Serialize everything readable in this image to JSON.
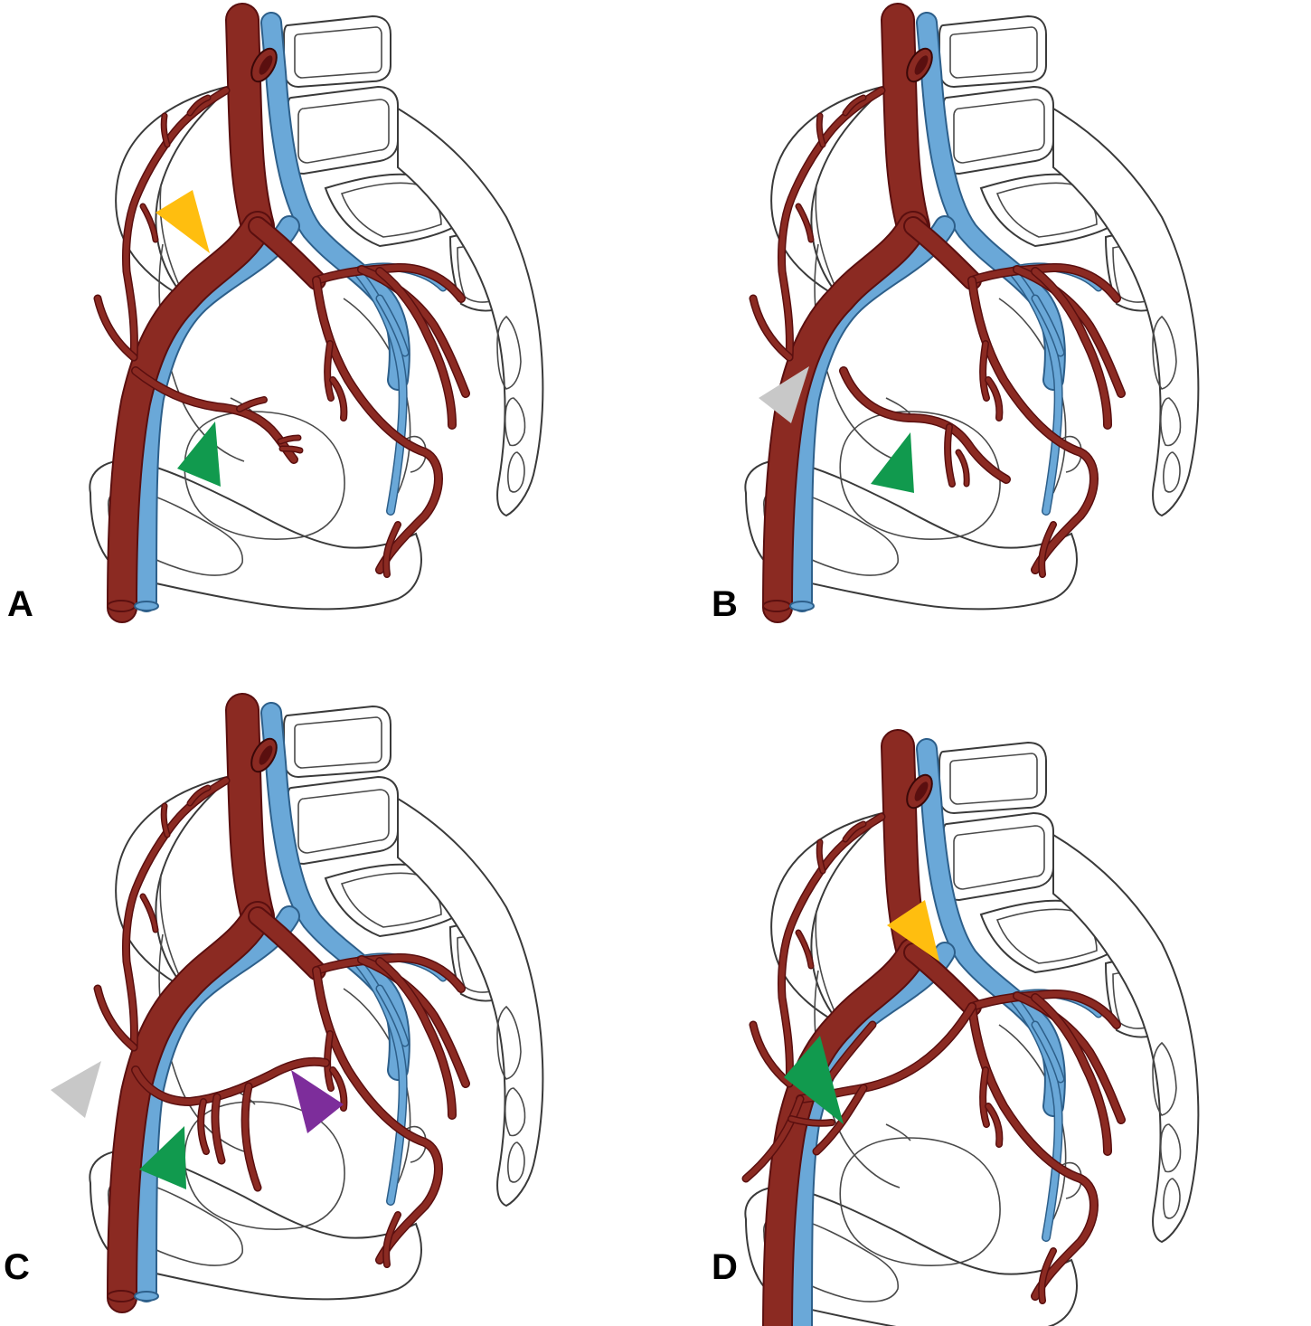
{
  "panels": [
    {
      "label": "A",
      "arrows": [
        {
          "name": "yellow-arrowhead",
          "color": "#FFBE0F"
        },
        {
          "name": "green-arrowhead",
          "color": "#119A4E"
        }
      ]
    },
    {
      "label": "B",
      "arrows": [
        {
          "name": "gray-arrowhead",
          "color": "#C8C8C8"
        },
        {
          "name": "green-arrowhead",
          "color": "#119A4E"
        }
      ]
    },
    {
      "label": "C",
      "arrows": [
        {
          "name": "gray-arrowhead",
          "color": "#C8C8C8"
        },
        {
          "name": "green-arrowhead",
          "color": "#119A4E"
        },
        {
          "name": "purple-arrowhead",
          "color": "#7D2D9B"
        }
      ]
    },
    {
      "label": "D",
      "arrows": [
        {
          "name": "yellow-arrowhead",
          "color": "#FFBE0F"
        },
        {
          "name": "green-arrowhead",
          "color": "#119A4E"
        }
      ]
    }
  ],
  "colors": {
    "artery": "#8B2A22",
    "vein": "#6AA8D8",
    "arrow_yellow": "#FFBE0F",
    "arrow_green": "#119A4E",
    "arrow_gray": "#C8C8C8",
    "arrow_purple": "#7D2D9B"
  }
}
